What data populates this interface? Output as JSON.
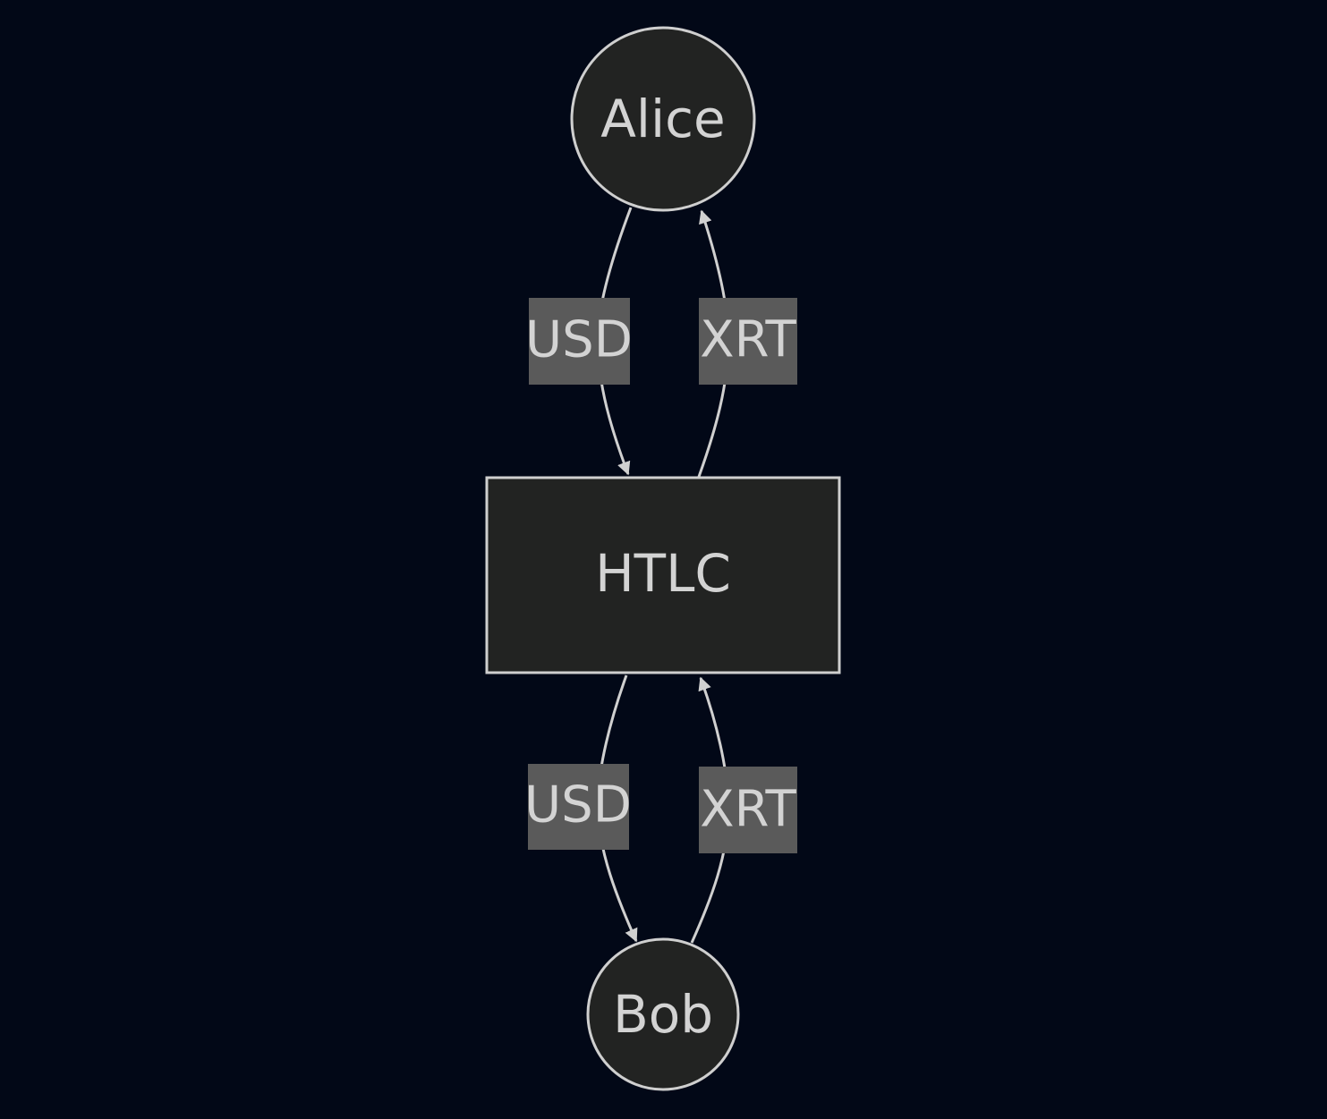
{
  "nodes": {
    "alice": "Alice",
    "htlc": "HTLC",
    "bob": "Bob"
  },
  "edges": [
    {
      "from": "Alice",
      "to": "HTLC",
      "label": "USD"
    },
    {
      "from": "HTLC",
      "to": "Alice",
      "label": "XRT"
    },
    {
      "from": "HTLC",
      "to": "Bob",
      "label": "USD"
    },
    {
      "from": "Bob",
      "to": "HTLC",
      "label": "XRT"
    }
  ],
  "colors": {
    "background": "#020817",
    "node_fill": "#222322",
    "stroke": "#cfcfcf",
    "label_bg": "#5a5a5a"
  }
}
